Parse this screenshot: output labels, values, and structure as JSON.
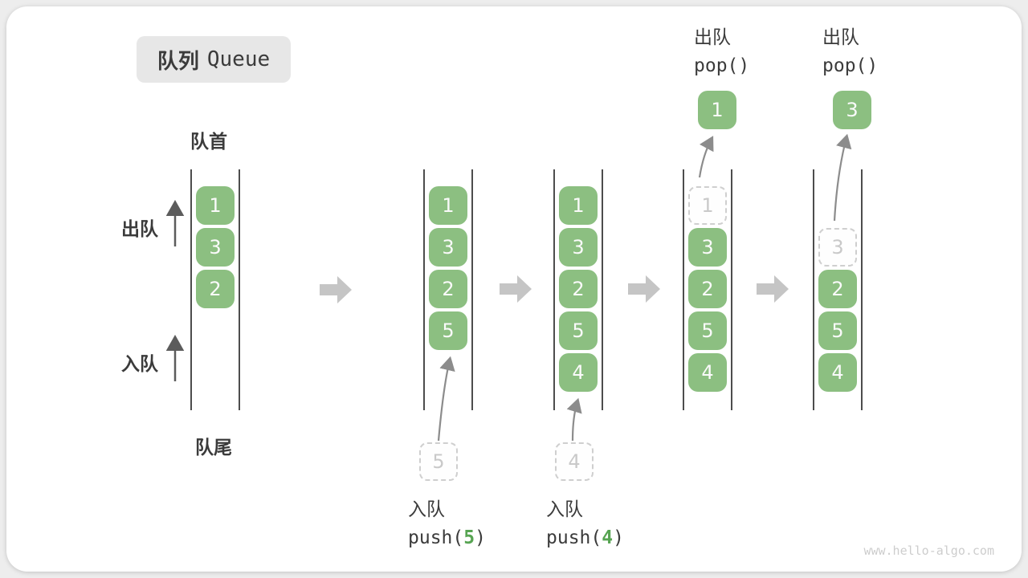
{
  "title": {
    "zh": "队列",
    "en": "Queue"
  },
  "side_labels": {
    "front": "队首",
    "rear": "队尾",
    "dequeue": "出队",
    "enqueue": "入队"
  },
  "queues": [
    {
      "cells": [
        {
          "v": "1",
          "s": "filled"
        },
        {
          "v": "3",
          "s": "filled"
        },
        {
          "v": "2",
          "s": "filled"
        }
      ]
    },
    {
      "cells": [
        {
          "v": "1",
          "s": "filled"
        },
        {
          "v": "3",
          "s": "filled"
        },
        {
          "v": "2",
          "s": "filled"
        },
        {
          "v": "5",
          "s": "filled"
        }
      ]
    },
    {
      "cells": [
        {
          "v": "1",
          "s": "filled"
        },
        {
          "v": "3",
          "s": "filled"
        },
        {
          "v": "2",
          "s": "filled"
        },
        {
          "v": "5",
          "s": "filled"
        },
        {
          "v": "4",
          "s": "filled"
        }
      ]
    },
    {
      "cells": [
        {
          "v": "1",
          "s": "dashed"
        },
        {
          "v": "3",
          "s": "filled"
        },
        {
          "v": "2",
          "s": "filled"
        },
        {
          "v": "5",
          "s": "filled"
        },
        {
          "v": "4",
          "s": "filled"
        }
      ]
    },
    {
      "cells": [
        {
          "v": "",
          "s": "empty"
        },
        {
          "v": "3",
          "s": "dashed"
        },
        {
          "v": "2",
          "s": "filled"
        },
        {
          "v": "5",
          "s": "filled"
        },
        {
          "v": "4",
          "s": "filled"
        }
      ]
    }
  ],
  "operations": {
    "push5": {
      "label_zh": "入队",
      "code_pre": "push(",
      "arg": "5",
      "code_post": ")",
      "pending_value": "5"
    },
    "push4": {
      "label_zh": "入队",
      "code_pre": "push(",
      "arg": "4",
      "code_post": ")",
      "pending_value": "4"
    },
    "pop1": {
      "label_zh": "出队",
      "code": "pop()",
      "popped_value": "1"
    },
    "pop3": {
      "label_zh": "出队",
      "code": "pop()",
      "popped_value": "3"
    }
  },
  "watermark": "www.hello-algo.com",
  "colors": {
    "cell_green": "#8cbf81",
    "accent_green": "#57a452",
    "title_bg": "#e7e7e7",
    "text_dark": "#3b3b3b",
    "dashed_gray": "#cfcfcf",
    "curved_arrow_gray": "#8c8c8c",
    "straight_arrow_gray": "#5c5c5c",
    "block_arrow_gray": "#c5c5c5",
    "queue_line_gray": "#4d4d4d"
  }
}
